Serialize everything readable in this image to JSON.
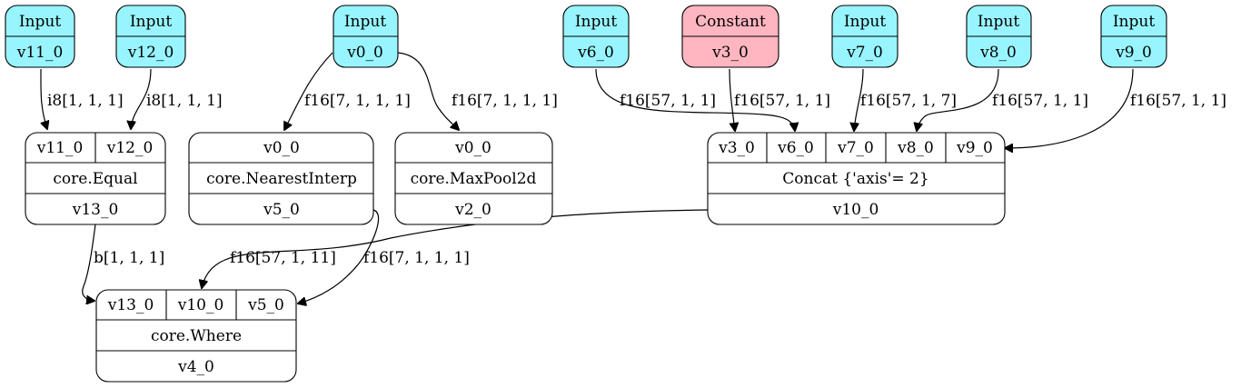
{
  "colors": {
    "input_fill": "#98f5ff",
    "constant_fill": "#ffb6c1",
    "op_fill": "#ffffff",
    "stroke": "#000000"
  },
  "sources": {
    "v11_0": {
      "kind": "Input",
      "name": "v11_0"
    },
    "v12_0": {
      "kind": "Input",
      "name": "v12_0"
    },
    "v0_0": {
      "kind": "Input",
      "name": "v0_0"
    },
    "v6_0": {
      "kind": "Input",
      "name": "v6_0"
    },
    "v3_0": {
      "kind": "Constant",
      "name": "v3_0"
    },
    "v7_0": {
      "kind": "Input",
      "name": "v7_0"
    },
    "v8_0": {
      "kind": "Input",
      "name": "v8_0"
    },
    "v9_0": {
      "kind": "Input",
      "name": "v9_0"
    }
  },
  "ops": {
    "equal": {
      "inputs": [
        "v11_0",
        "v12_0"
      ],
      "op": "core.Equal",
      "output": "v13_0"
    },
    "nearest": {
      "inputs": [
        "v0_0"
      ],
      "op": "core.NearestInterp",
      "output": "v5_0"
    },
    "maxpool": {
      "inputs": [
        "v0_0"
      ],
      "op": "core.MaxPool2d",
      "output": "v2_0"
    },
    "concat": {
      "inputs": [
        "v3_0",
        "v6_0",
        "v7_0",
        "v8_0",
        "v9_0"
      ],
      "op": "Concat {'axis'= 2}",
      "output": "v10_0"
    },
    "where": {
      "inputs": [
        "v13_0",
        "v10_0",
        "v5_0"
      ],
      "op": "core.Where",
      "output": "v4_0"
    }
  },
  "edges": {
    "v11_to_equal": "i8[1, 1, 1]",
    "v12_to_equal": "i8[1, 1, 1]",
    "v0_to_nearest": "f16[7, 1, 1, 1]",
    "v0_to_maxpool": "f16[7, 1, 1, 1]",
    "v6_to_concat": "f16[57, 1, 1]",
    "v3_to_concat": "f16[57, 1, 1]",
    "v7_to_concat": "f16[57, 1, 7]",
    "v8_to_concat": "f16[57, 1, 1]",
    "v9_to_concat": "f16[57, 1, 1]",
    "equal_to_where": "b[1, 1, 1]",
    "concat_to_where": "f16[57, 1, 11]",
    "nearest_to_where": "f16[7, 1, 1, 1]"
  }
}
